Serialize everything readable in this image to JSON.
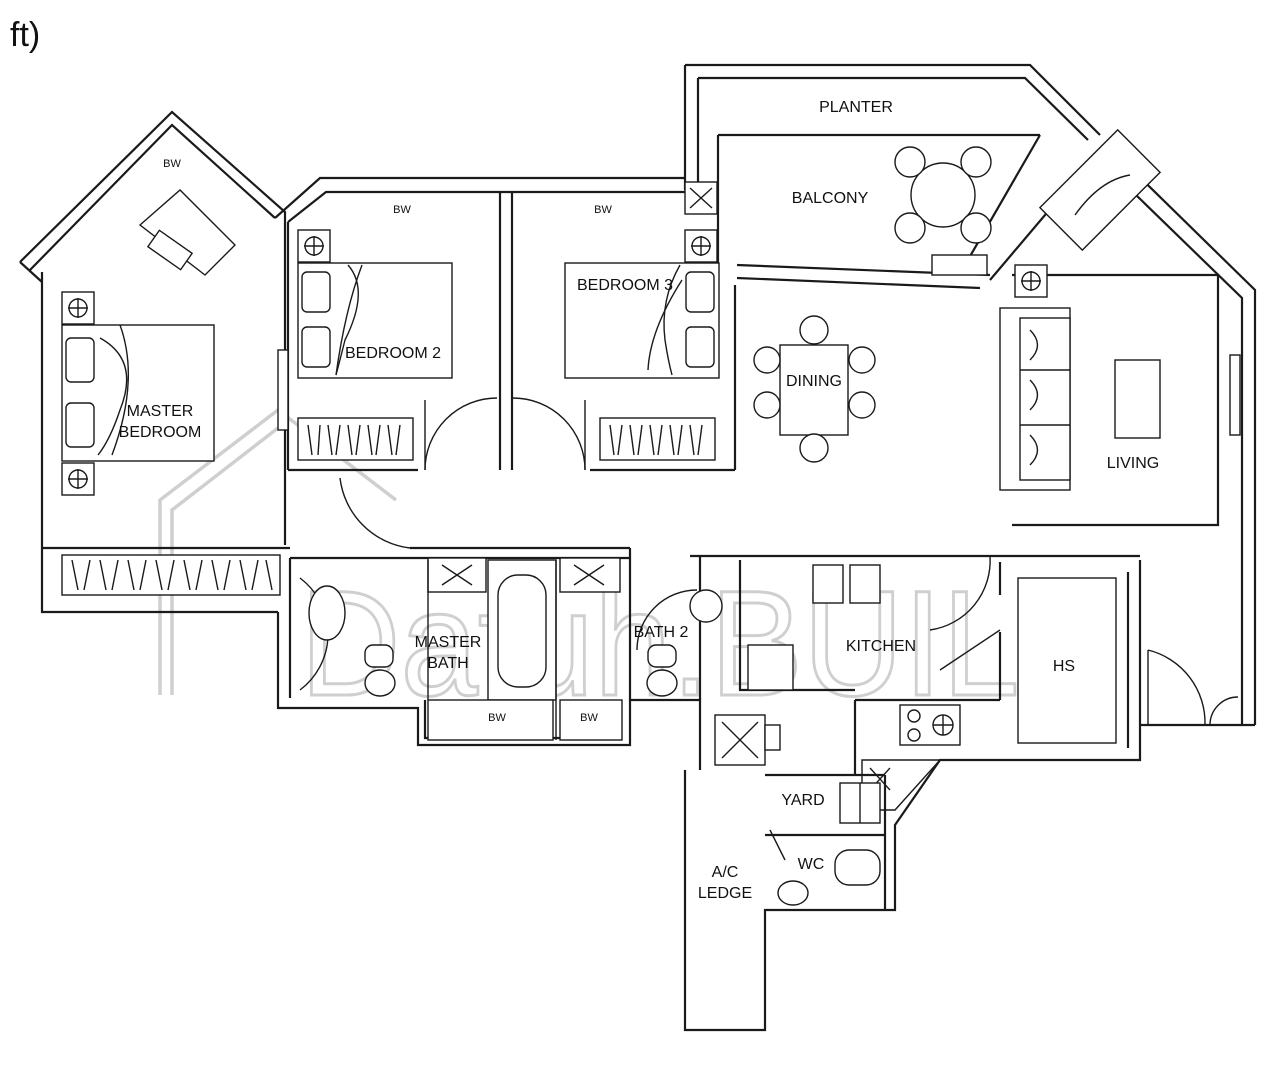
{
  "header": {
    "text": "ft)"
  },
  "watermark": {
    "text": "Datuh.BUILD"
  },
  "rooms": {
    "planter": "PLANTER",
    "balcony": "BALCONY",
    "bedroom2": "BEDROOM 2",
    "bedroom3": "BEDROOM 3",
    "master_line1": "MASTER",
    "master_line2": "BEDROOM",
    "dining": "DINING",
    "living": "LIVING",
    "master_bath_line1": "MASTER",
    "master_bath_line2": "BATH",
    "bath2": "BATH 2",
    "kitchen": "KITCHEN",
    "hs": "HS",
    "yard": "YARD",
    "wc": "WC",
    "ac_line1": "A/C",
    "ac_line2": "LEDGE"
  },
  "wardrobes": {
    "bw_master": "BW",
    "bw_bed2": "BW",
    "bw_bed3": "BW",
    "bw_bath1": "BW",
    "bw_bath2": "BW"
  }
}
